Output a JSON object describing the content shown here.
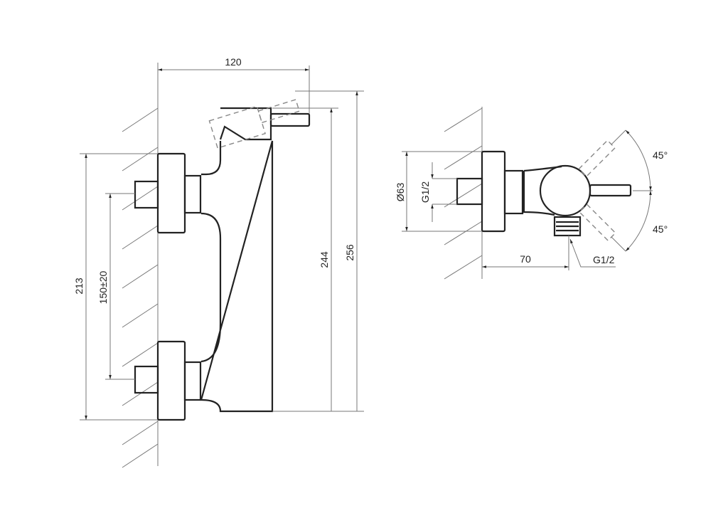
{
  "front_view": {
    "width_dim": "120",
    "height_lever_dim": "244",
    "height_total_dim": "256",
    "flange_span_dim": "213",
    "inlet_spacing_dim": "150±20"
  },
  "side_view": {
    "flange_diameter_dim": "Ø63",
    "inlet_thread_dim": "G1/2",
    "depth_dim": "70",
    "outlet_thread_dim": "G1/2",
    "lever_angle_up": "45°",
    "lever_angle_down": "45°"
  }
}
